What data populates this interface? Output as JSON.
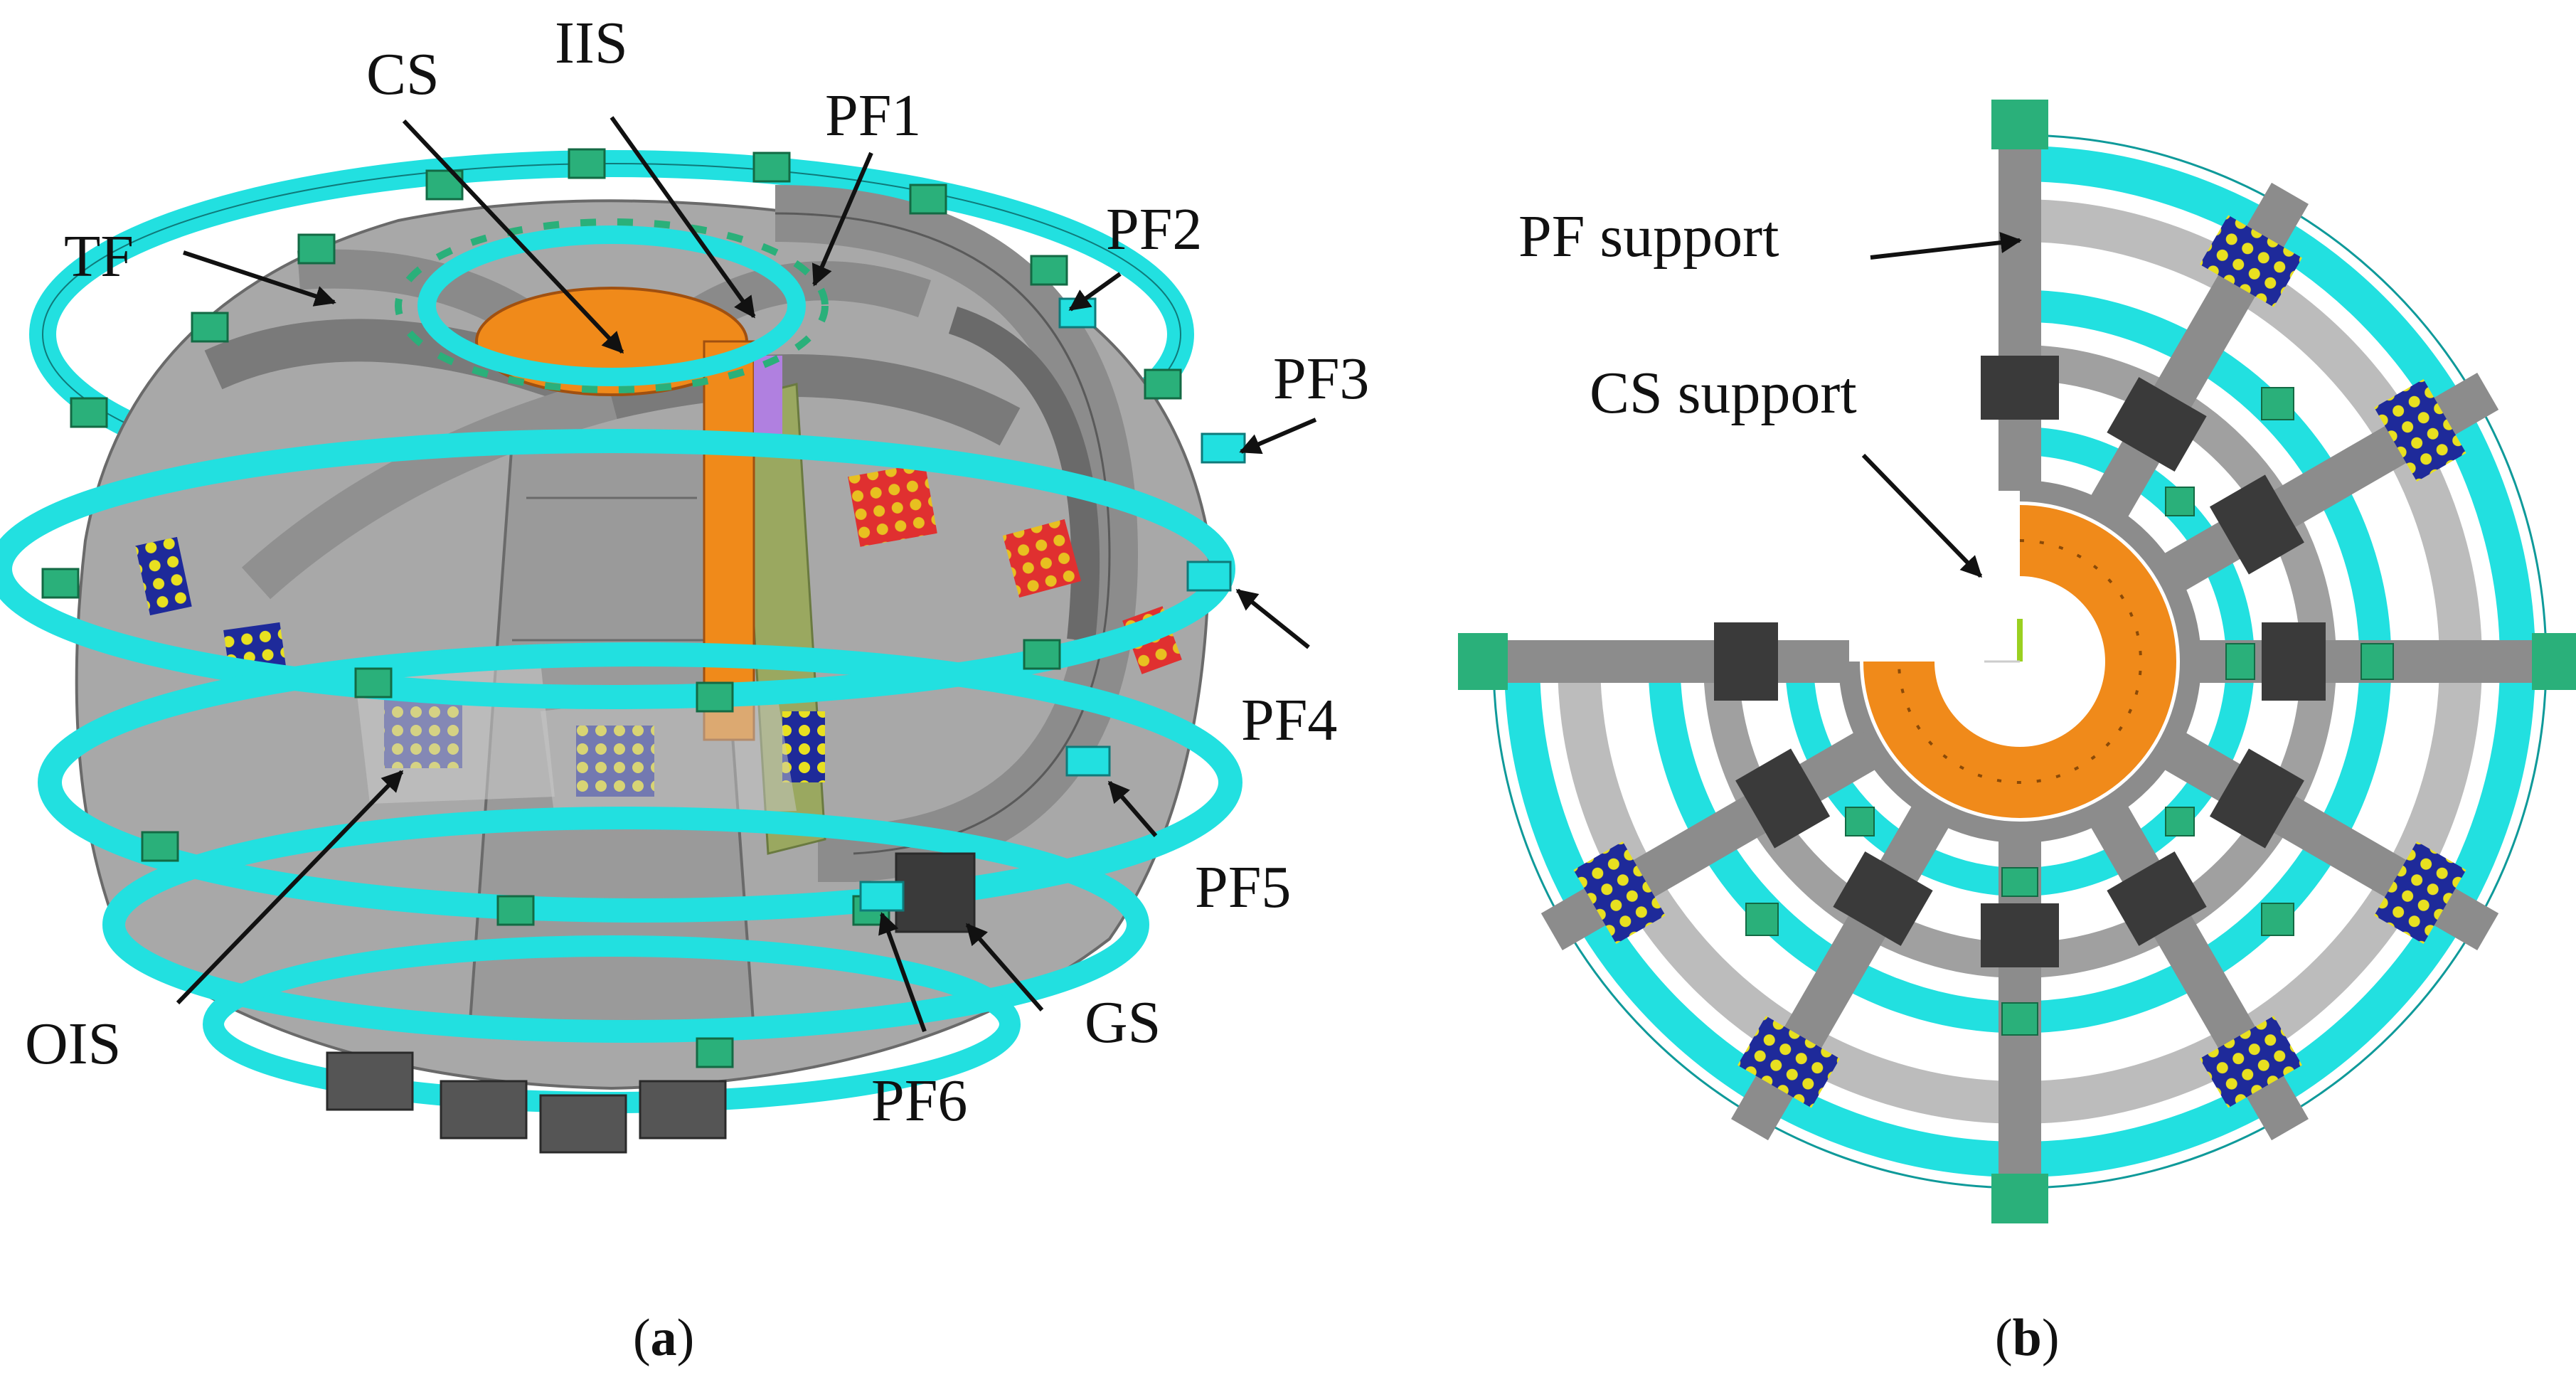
{
  "panel_a": {
    "caption_letter": "a",
    "labels": {
      "tf": "TF",
      "cs": "CS",
      "iis": "IIS",
      "pf1": "PF1",
      "pf2": "PF2",
      "pf3": "PF3",
      "pf4": "PF4",
      "pf5": "PF5",
      "pf6": "PF6",
      "gs": "GS",
      "ois": "OIS"
    }
  },
  "panel_b": {
    "caption_letter": "b",
    "labels": {
      "pf_support": "PF support",
      "cs_support": "CS support"
    }
  },
  "colors": {
    "pf_coil": "#22e0e0",
    "clamp": "#2ab07a",
    "structure": "#8c8c8c",
    "dark_block": "#3a3a3a",
    "cs_orange": "#f08a1a",
    "ois_blue": "#1e2a9a",
    "ois_yellow": "#e8e020",
    "red_panel": "#e03030"
  }
}
